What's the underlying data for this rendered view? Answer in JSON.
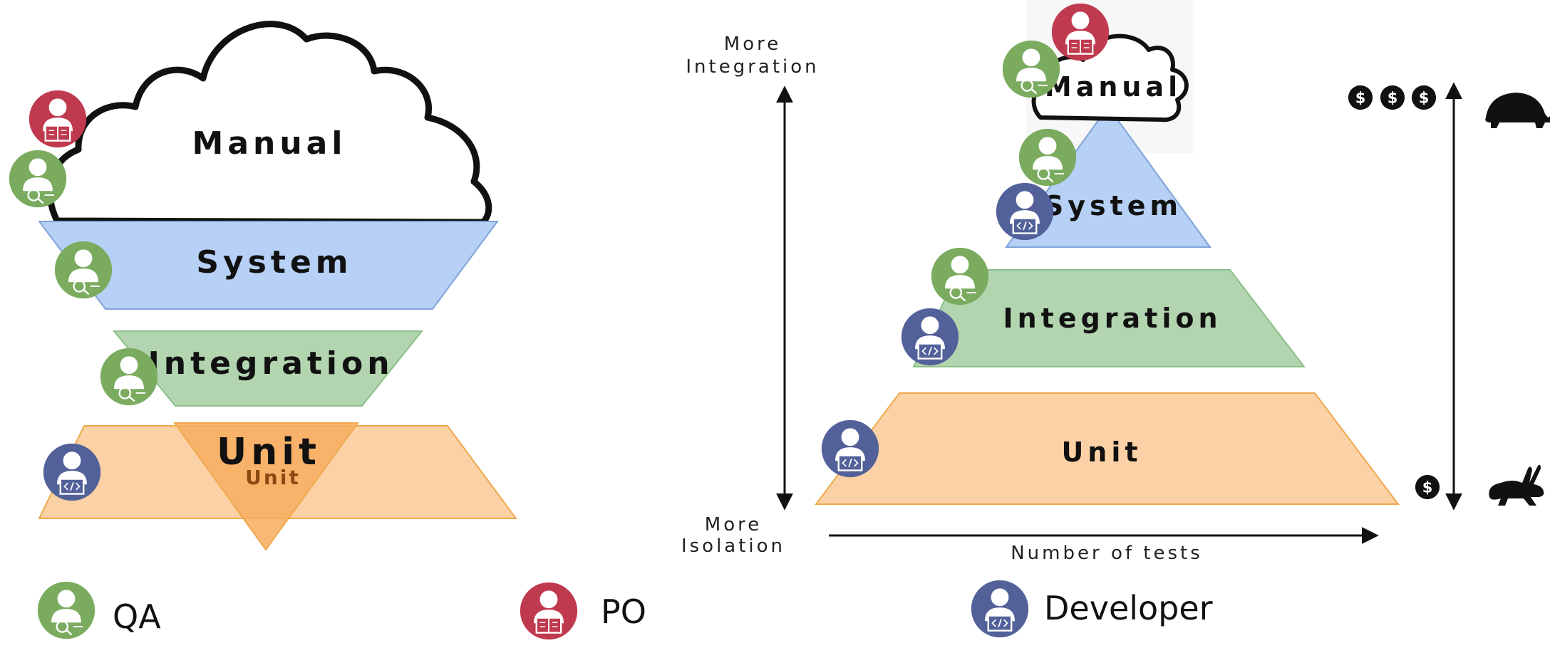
{
  "left_diagram": {
    "manual_label": "Manual",
    "system_label": "System",
    "integration_label": "Integration",
    "unit_label": "Unit",
    "unit_small_label": "Unit"
  },
  "right_diagram": {
    "manual_label": "Manual",
    "system_label": "System",
    "integration_label": "Integration",
    "unit_label": "Unit",
    "axis_top_line1": "More",
    "axis_top_line2": "Integration",
    "axis_bottom_line1": "More",
    "axis_bottom_line2": "Isolation",
    "x_axis_label": "Number of tests",
    "cost_high_symbols": [
      "$",
      "$",
      "$"
    ],
    "cost_low_symbol": "$",
    "speed_slow_icon": "turtle-icon",
    "speed_fast_icon": "rabbit-icon"
  },
  "legend": {
    "qa_label": "QA",
    "po_label": "PO",
    "developer_label": "Developer"
  },
  "colors": {
    "system": "#b7d0f5",
    "system_stroke": "#7ea4d9",
    "integration": "#b2d5b0",
    "integration_stroke": "#8cbf88",
    "unit": "#fbd1a5",
    "unit_stroke": "#efa94d",
    "unit_cone": "#f8ad5e",
    "qa": "#7aab5f",
    "po": "#c03a4f",
    "developer": "#53619a",
    "ink": "#111111"
  }
}
